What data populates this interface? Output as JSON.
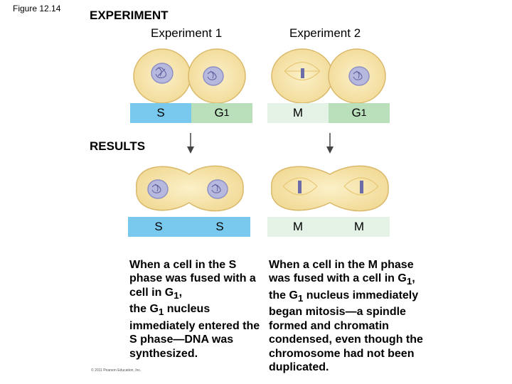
{
  "figure_label": "Figure 12.14",
  "experiment_heading": "EXPERIMENT",
  "results_heading": "RESULTS",
  "experiments": [
    {
      "title": "Experiment 1",
      "before_phases": [
        {
          "letter": "S",
          "sub": ""
        },
        {
          "letter": "G",
          "sub": "1"
        }
      ],
      "after_phases": [
        {
          "letter": "S",
          "sub": ""
        },
        {
          "letter": "S",
          "sub": ""
        }
      ],
      "description": [
        {
          "text": "When a cell in the S phase was fused with a cell in G"
        },
        {
          "sub": "1"
        },
        {
          "text": ",\nthe G"
        },
        {
          "sub": "1"
        },
        {
          "text": " nucleus immediately entered the S phase—DNA was synthesized."
        }
      ]
    },
    {
      "title": "Experiment 2",
      "before_phases": [
        {
          "letter": "M",
          "sub": ""
        },
        {
          "letter": "G",
          "sub": "1"
        }
      ],
      "after_phases": [
        {
          "letter": "M",
          "sub": ""
        },
        {
          "letter": "M",
          "sub": ""
        }
      ],
      "description": [
        {
          "text": "When a cell in the M phase was fused with a cell in G"
        },
        {
          "sub": "1"
        },
        {
          "text": ", the G"
        },
        {
          "sub": "1"
        },
        {
          "text": " nucleus immediately began mitosis—a spindle formed and chromatin condensed, even though the chromosome had not been duplicated."
        }
      ]
    }
  ],
  "copyright": "© 2011 Pearson Education, Inc.",
  "colors": {
    "cell_fill": "#f5e3a6",
    "cell_edge": "#d9b86a",
    "cytoplasm_center": "#fbf0c8",
    "nucleus_fill": "#b7b8de",
    "nucleus_edge": "#8f90c4",
    "s_bar": "#79c9ee",
    "m_bar": "#e4f3e6",
    "g1_bar": "#b9e0bb",
    "arrow": "#444444"
  }
}
